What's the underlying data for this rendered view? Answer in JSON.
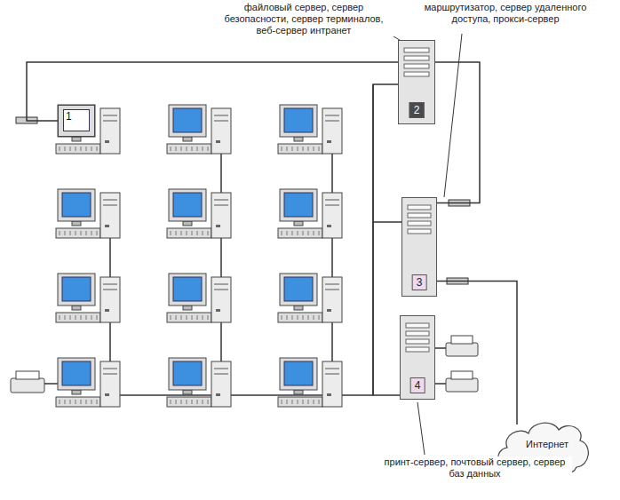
{
  "diagram": {
    "nodes": [
      {
        "text": [
          "1"
        ]
      },
      {
        "text": [
          "2"
        ]
      },
      {
        "text": [
          "3"
        ]
      },
      {
        "text": [
          "4"
        ]
      },
      {
        "text": [
          "Интернет"
        ]
      }
    ],
    "edges": [
      {
        "from": 0,
        "to": 2,
        "arrow": "none"
      },
      {
        "from": 1,
        "to": 3,
        "arrow": "none"
      },
      {
        "from": 2,
        "to": 4,
        "arrow": "none"
      }
    ],
    "labels": [
      "файловый сервер, сервер безопасности, сервер терминалов, веб-сервер интранет",
      "маршрутизатор, сервер удаленного доступа, прокси-сервер",
      "принт-сервер, почтовый сервер, сервер баз данных"
    ]
  }
}
